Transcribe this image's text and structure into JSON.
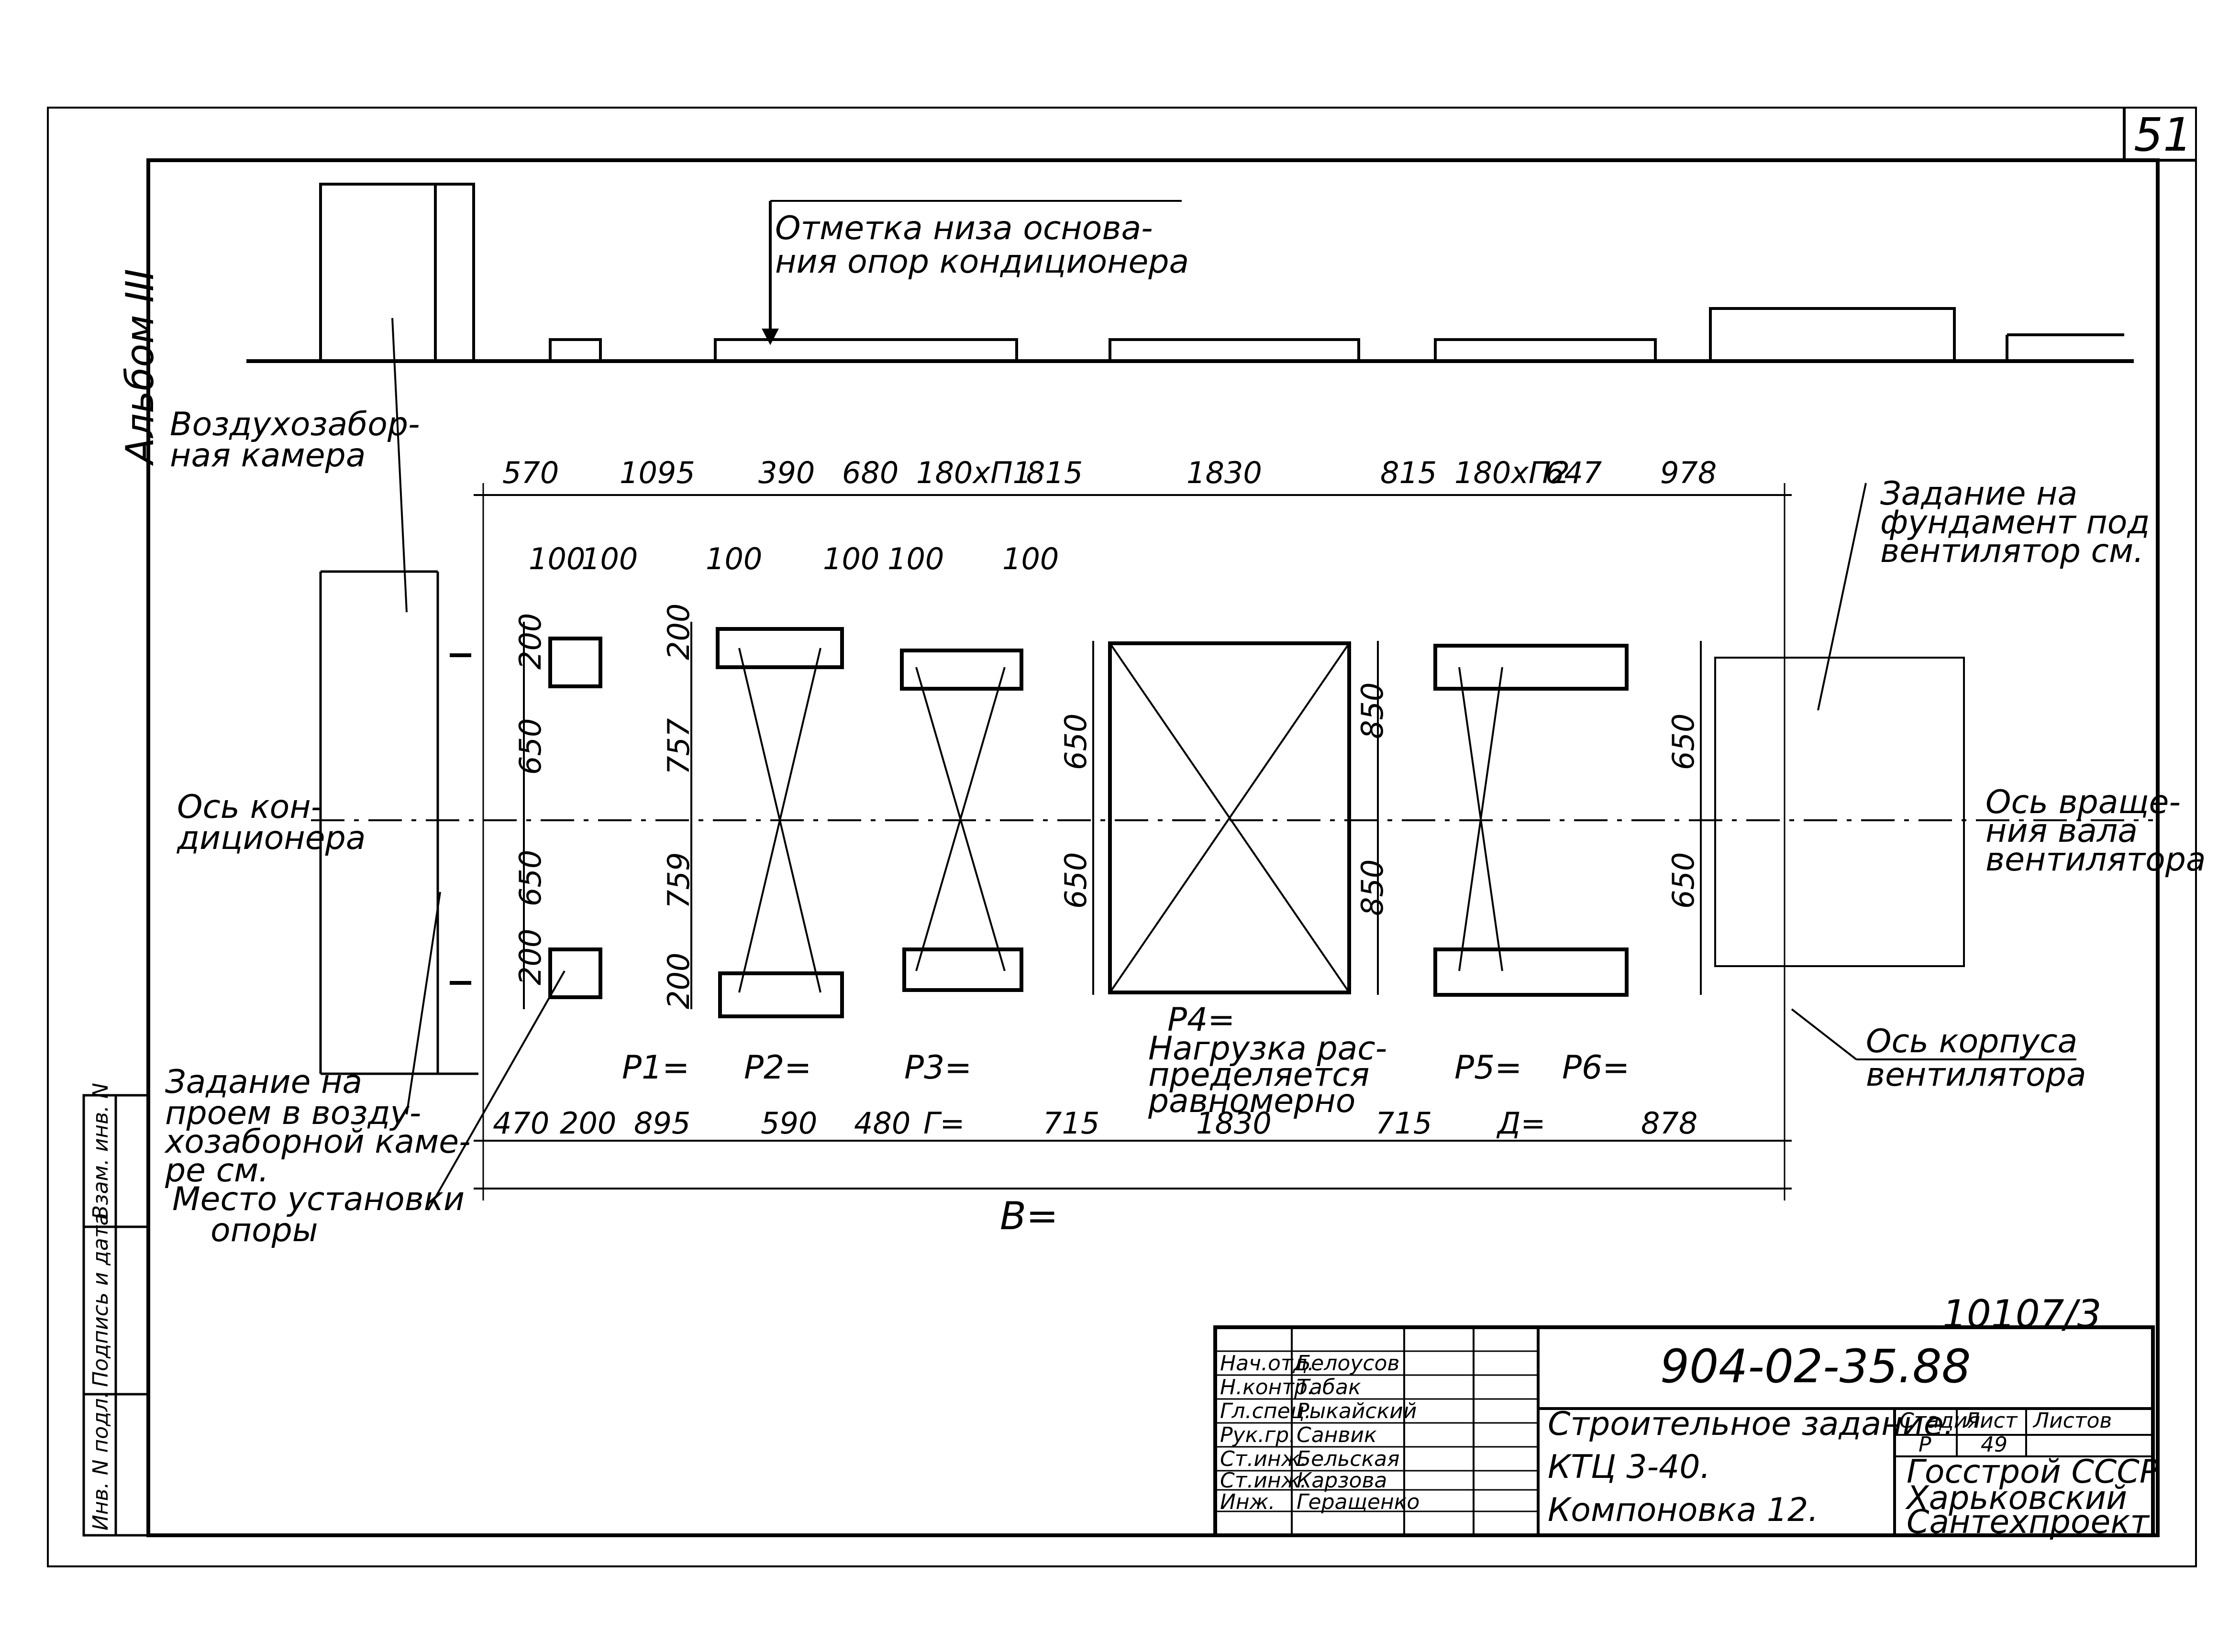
{
  "sheet": {
    "page_number": "51",
    "album_label": "Альбом III",
    "stamp_code": "10107/3"
  },
  "labels": {
    "base_mark_1": "Отметка низа основа-",
    "base_mark_2": "ния опор кондиционера",
    "intake_1": "Воздухозабор-",
    "intake_2": "ная камера",
    "foundation_1": "Задание на",
    "foundation_2": "фундамент под",
    "foundation_3": "вентилятор см.",
    "axis_cond_1": "Ось кон-",
    "axis_cond_2": "диционера",
    "axis_rot_1": "Ось враще-",
    "axis_rot_2": "ния вала",
    "axis_rot_3": "вентилятора",
    "housing_1": "Ось корпуса",
    "housing_2": "вентилятора",
    "opening_1": "Задание на",
    "opening_2": "проем в возду-",
    "opening_3": "хозаборной каме-",
    "opening_4": "ре см.",
    "support_1": "Место установки",
    "support_2": "опоры",
    "load_1": "P4=",
    "load_2": "Нагрузка рас-",
    "load_3": "пределяется",
    "load_4": "равномерно"
  },
  "dims_top": [
    "570",
    "1095",
    "390",
    "680",
    "180хП1",
    "815",
    "1830",
    "815",
    "180хП2",
    "647",
    "978"
  ],
  "dims_bottom": [
    "470",
    "200",
    "895",
    "590",
    "480",
    "Г=",
    "715",
    "1830",
    "715",
    "Д=",
    "878"
  ],
  "dim_total": "В=",
  "dims_100": "100",
  "dims_200": "200",
  "dims_650": "650",
  "dims_757": "757",
  "dims_759": "759",
  "dims_850": "850",
  "loads": [
    "P1=",
    "P2=",
    "P3=",
    "P5=",
    "P6="
  ],
  "title_block": {
    "doc_code": "904-02-35.88",
    "title_1": "Строительное задание.",
    "title_2": "КТЦ 3-40.",
    "title_3": "Компоновка 12.",
    "col_stage": "Стадия",
    "col_sheet": "Лист",
    "col_sheets": "Листов",
    "stage": "Р",
    "sheet": "49",
    "org_1": "Госстрой СССР",
    "org_2": "Харьковский",
    "org_3": "Сантехпроект",
    "staff": [
      {
        "role": "Нач.отд.",
        "name": "Белоусов"
      },
      {
        "role": "Н.контр.",
        "name": "Табак"
      },
      {
        "role": "Гл.спец.",
        "name": "Рыкайский"
      },
      {
        "role": "Рук.гр.",
        "name": "Санвик"
      },
      {
        "role": "Ст.инж.",
        "name": "Бельская"
      },
      {
        "role": "Ст.инж.",
        "name": "Карзова"
      },
      {
        "role": "Инж.",
        "name": "Геращенко"
      }
    ]
  },
  "left_strip": [
    "Инв. N подл.",
    "Подпись и дата",
    "Взам. инв. N"
  ]
}
